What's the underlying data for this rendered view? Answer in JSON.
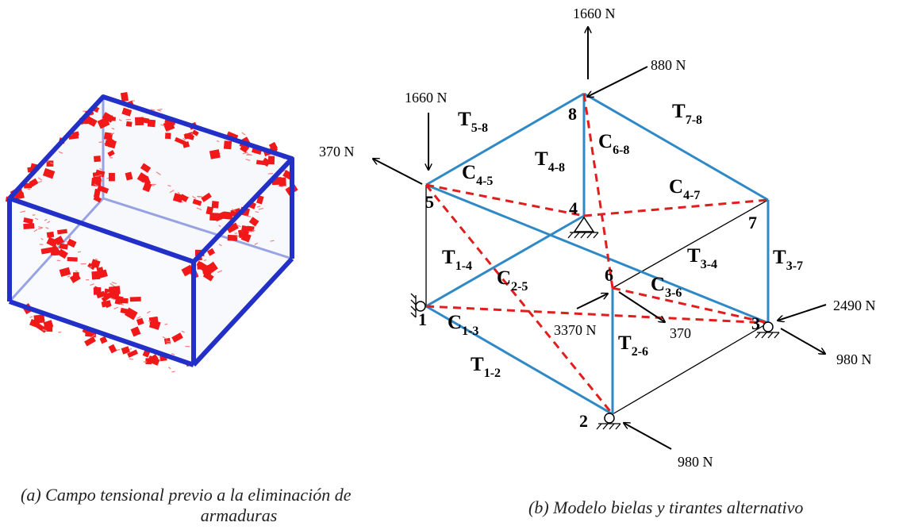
{
  "captions": {
    "a_line1": "(a)   Campo tensional previo a la eliminación de",
    "a_line2": "armaduras",
    "b": "(b)   Modelo bielas y tirantes alternativo"
  },
  "nodes": [
    "1",
    "2",
    "3",
    "4",
    "5",
    "6",
    "7",
    "8"
  ],
  "members": {
    "t58": [
      "T",
      "5-8"
    ],
    "t78": [
      "T",
      "7-8"
    ],
    "t48": [
      "T",
      "4-8"
    ],
    "c68": [
      "C",
      "6-8"
    ],
    "c45": [
      "C",
      "4-5"
    ],
    "c47": [
      "C",
      "4-7"
    ],
    "t14": [
      "T",
      "1-4"
    ],
    "c25": [
      "C",
      "2-5"
    ],
    "t34": [
      "T",
      "3-4"
    ],
    "t37": [
      "T",
      "3-7"
    ],
    "c36": [
      "C",
      "3-6"
    ],
    "c13": [
      "C",
      "1-3"
    ],
    "t26": [
      "T",
      "2-6"
    ],
    "t12": [
      "T",
      "1-2"
    ]
  },
  "forces": {
    "f8_up": "1660 N",
    "f8_diag": "880 N",
    "f5_down": "1660 N",
    "f5_left": "370 N",
    "f3_in": "2490 N",
    "f3_out": "980 N",
    "f6_in": "3370 N",
    "f6_out": "370",
    "f2_in": "980 N"
  },
  "colors": {
    "tie": "#2f89c6",
    "strut": "#e11d1d",
    "frame": "#2230c8"
  }
}
